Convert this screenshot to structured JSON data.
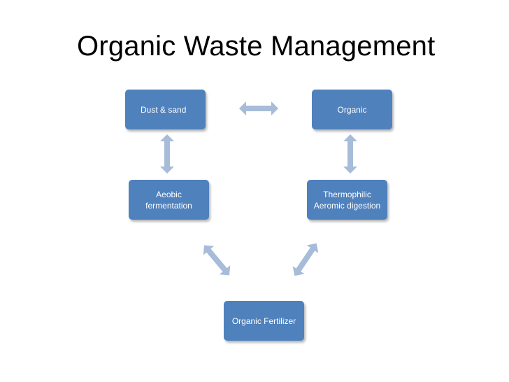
{
  "title": "Organic Waste Management",
  "nodes": {
    "dust_sand": "Dust & sand",
    "organic": "Organic",
    "thermophilic": "Thermophilic\nAeromic digestion",
    "organic_fertilizer": "Organic Fertilizer",
    "aeobic": "Aeobic\nfermentation"
  },
  "colors": {
    "node_fill": "#4f81bd",
    "arrow_fill": "#a7bcd9",
    "node_text": "#ffffff"
  }
}
